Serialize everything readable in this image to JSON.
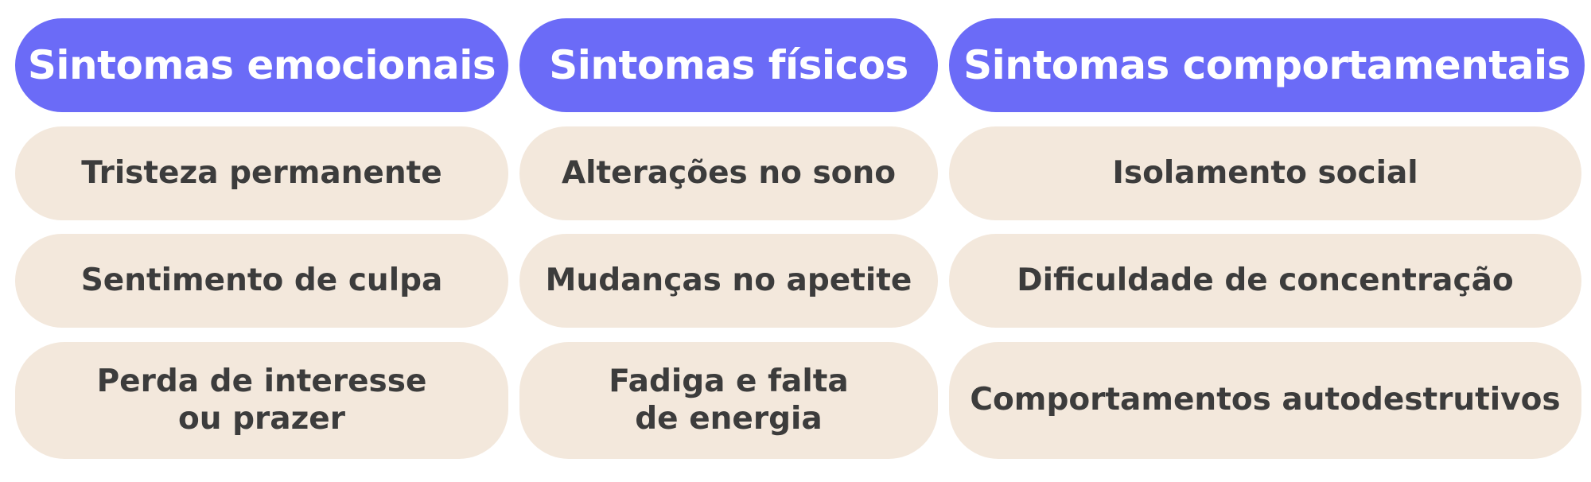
{
  "colors": {
    "header_bg": "#6b6bf7",
    "header_text": "#ffffff",
    "cell_bg": "#f3e8dc",
    "cell_text": "#3c3c3c"
  },
  "columns": [
    {
      "header": "Sintomas emocionais",
      "items": [
        "Tristeza permanente",
        "Sentimento de culpa",
        "Perda de interesse\nou prazer"
      ]
    },
    {
      "header": "Sintomas físicos",
      "items": [
        "Alterações no sono",
        "Mudanças no apetite",
        "Fadiga e falta\nde energia"
      ]
    },
    {
      "header": "Sintomas comportamentais",
      "items": [
        "Isolamento social",
        "Dificuldade de concentração",
        "Comportamentos autodestrutivos"
      ]
    }
  ]
}
